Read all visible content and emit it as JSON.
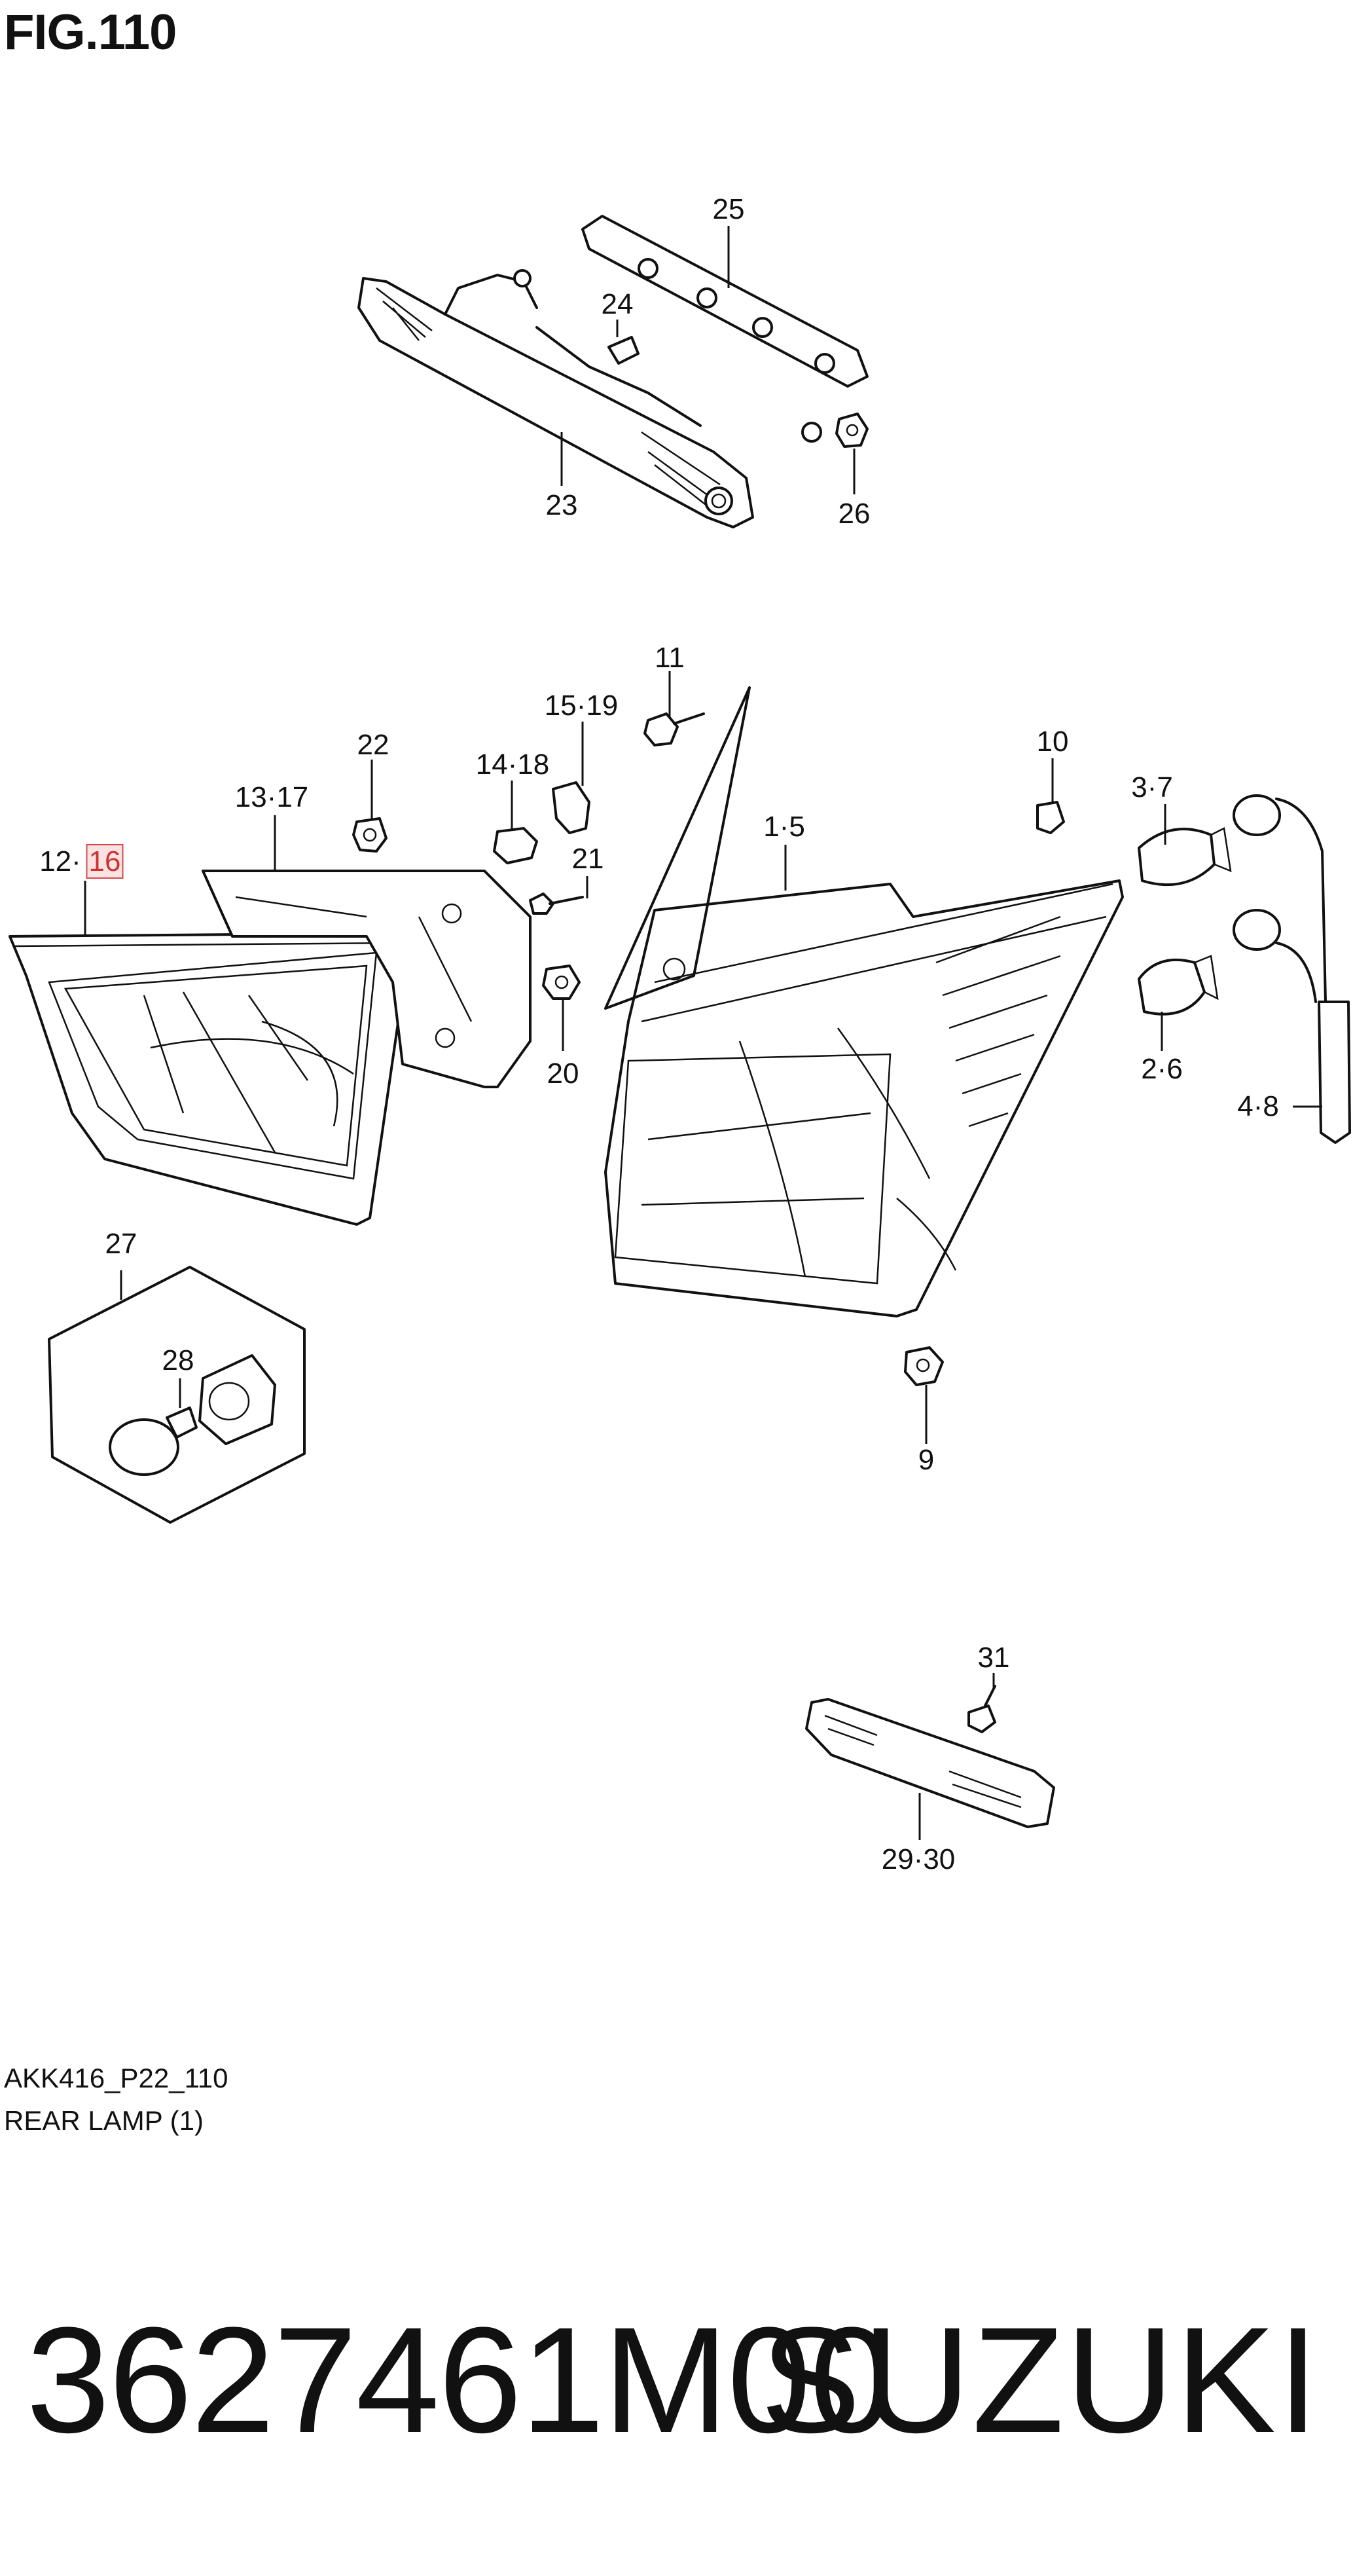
{
  "figure": {
    "title": "FIG.110",
    "code": "AKK416_P22_110",
    "description": "REAR LAMP (1)"
  },
  "callouts": [
    {
      "id": "c25",
      "label": "25"
    },
    {
      "id": "c24",
      "label": "24"
    },
    {
      "id": "c23",
      "label": "23"
    },
    {
      "id": "c26",
      "label": "26"
    },
    {
      "id": "c11",
      "label": "11"
    },
    {
      "id": "c15-19",
      "label": "15·19"
    },
    {
      "id": "c22",
      "label": "22"
    },
    {
      "id": "c14-18",
      "label": "14·18"
    },
    {
      "id": "c10",
      "label": "10"
    },
    {
      "id": "c13-17",
      "label": "13·17"
    },
    {
      "id": "c3-7",
      "label": "3·7"
    },
    {
      "id": "c1-5",
      "label": "1·5"
    },
    {
      "id": "c21",
      "label": "21"
    },
    {
      "id": "c12",
      "label": "12·"
    },
    {
      "id": "c16",
      "label": "16",
      "highlighted": true
    },
    {
      "id": "c20",
      "label": "20"
    },
    {
      "id": "c2-6",
      "label": "2·6"
    },
    {
      "id": "c4-8",
      "label": "4·8"
    },
    {
      "id": "c27",
      "label": "27"
    },
    {
      "id": "c28",
      "label": "28"
    },
    {
      "id": "c9",
      "label": "9"
    },
    {
      "id": "c31",
      "label": "31"
    },
    {
      "id": "c29-30",
      "label": "29·30"
    }
  ],
  "part": {
    "number": "3627461M00",
    "brand": "SUZUKI"
  },
  "colors": {
    "highlight_border": "#d24b4b",
    "highlight_fill": "#fbe2e2",
    "line": "#111111"
  }
}
